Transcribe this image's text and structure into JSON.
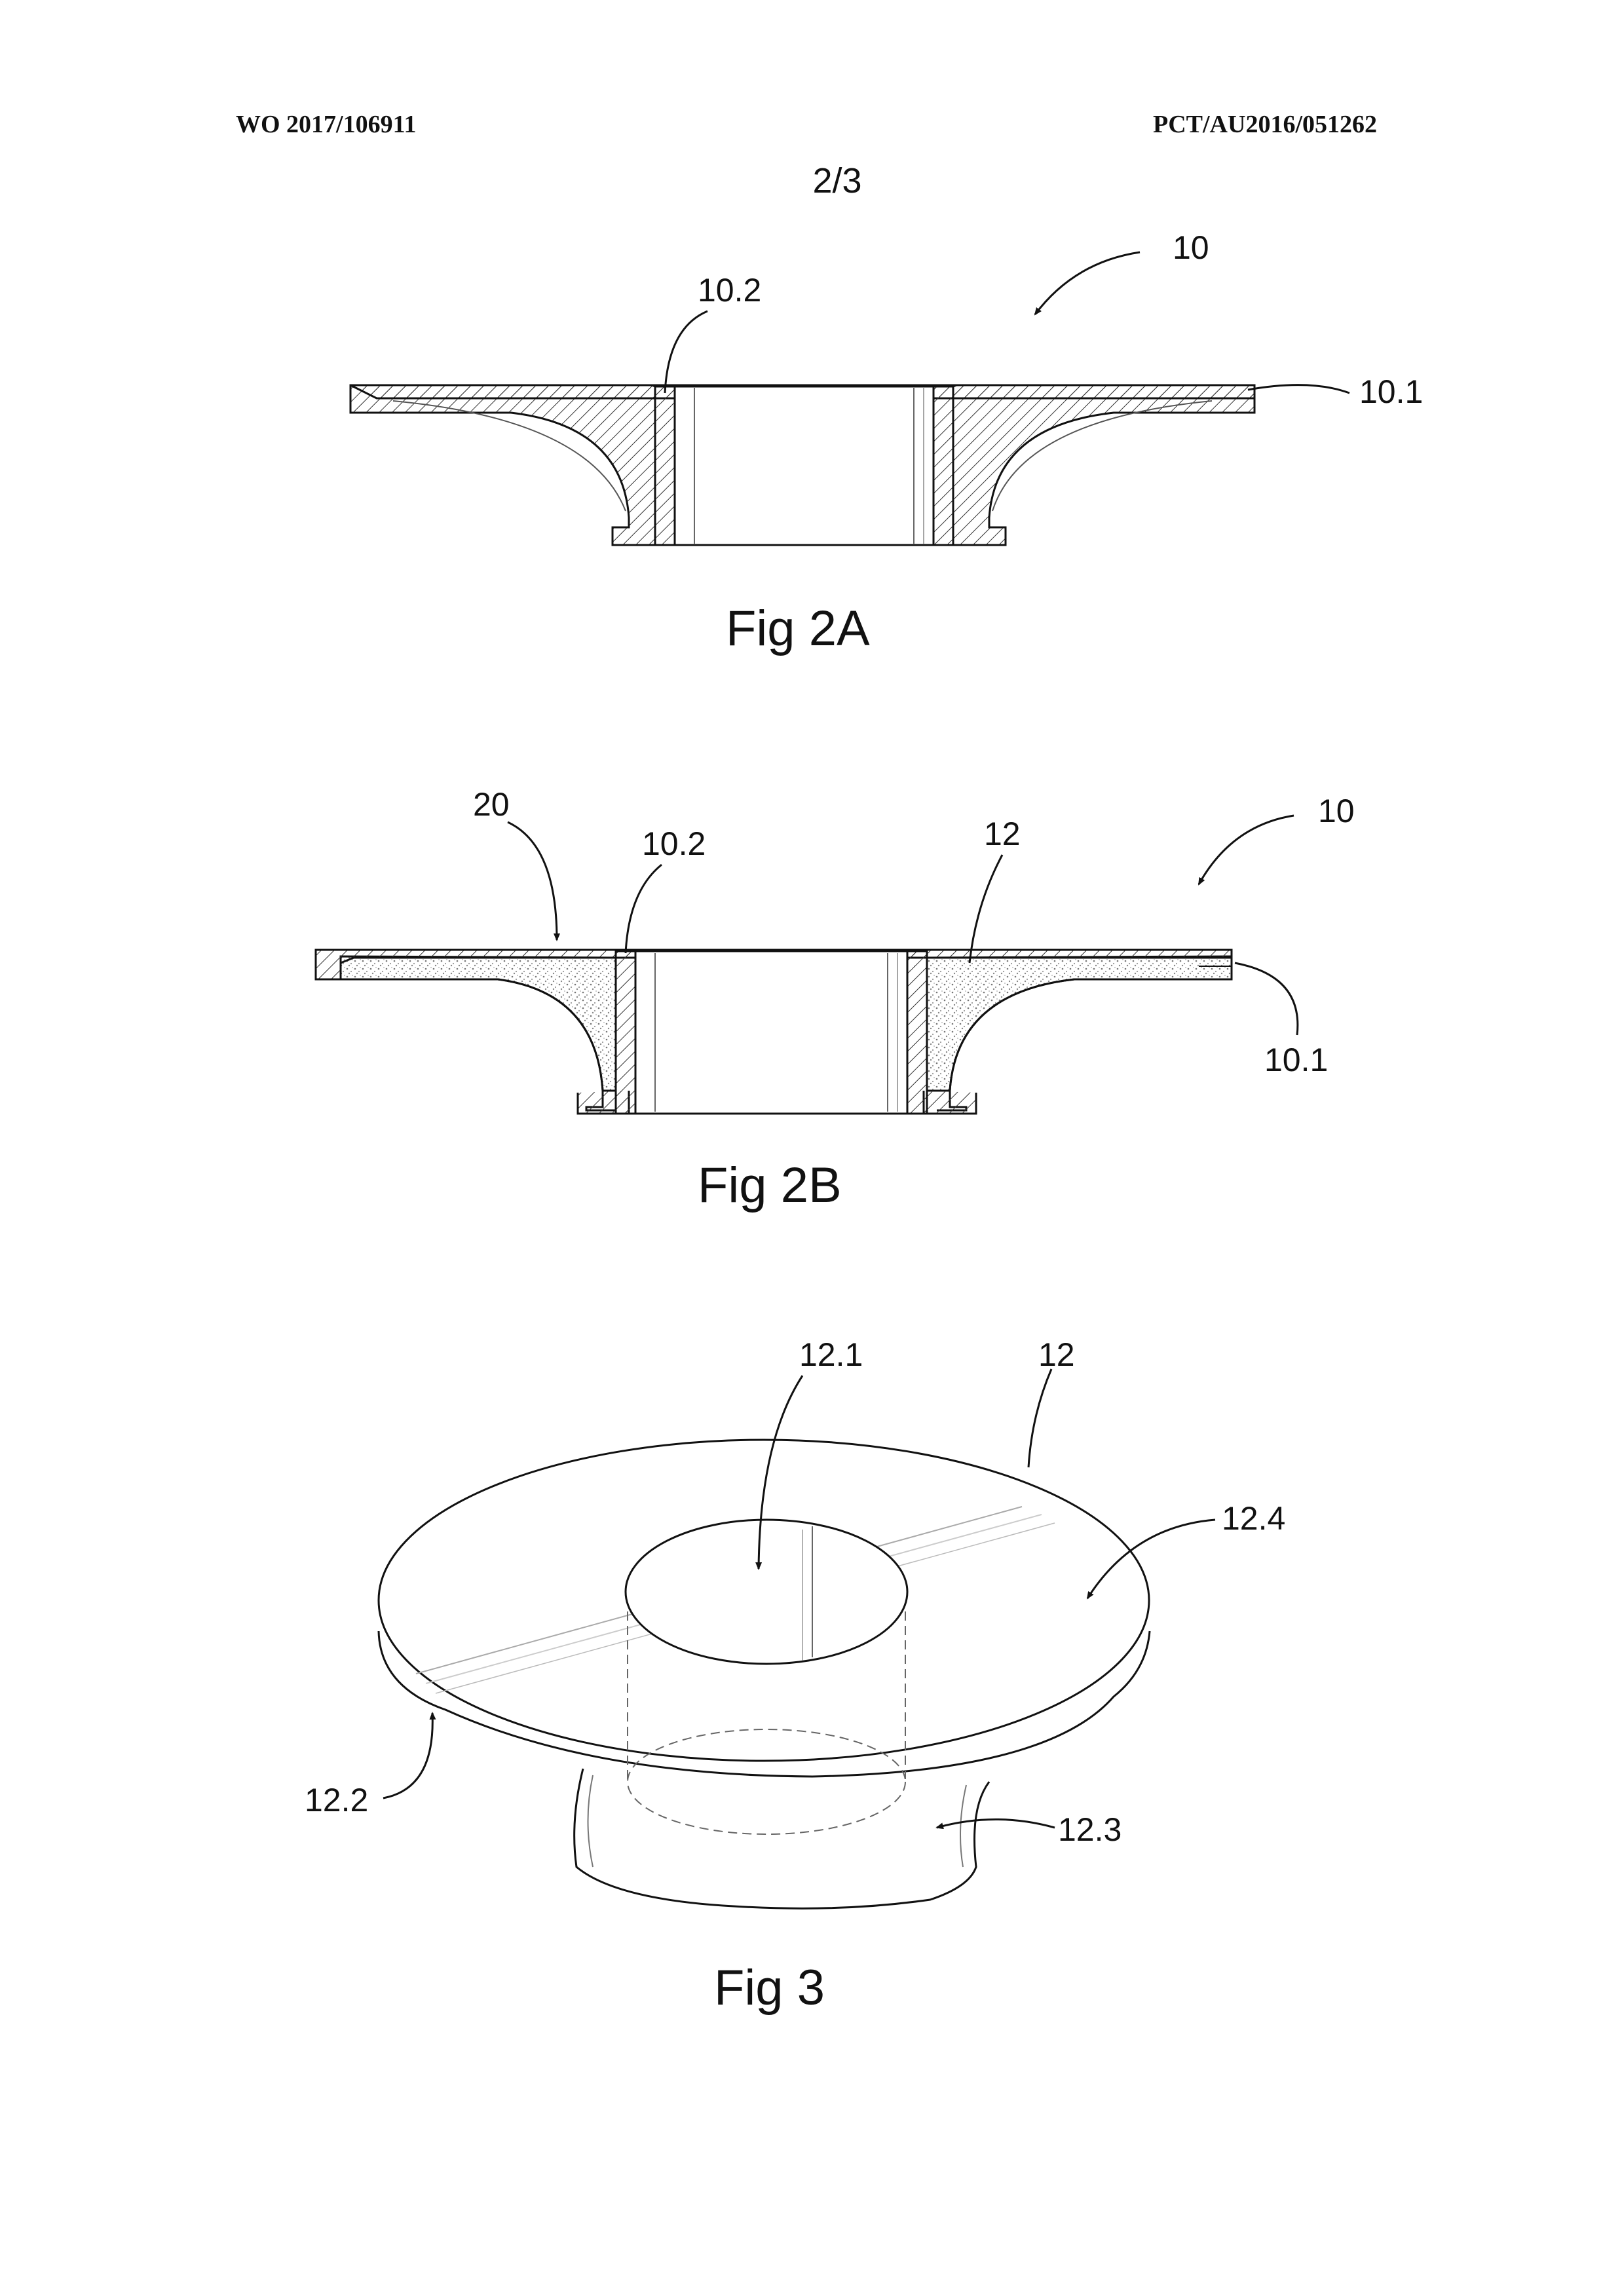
{
  "header": {
    "left": "WO 2017/106911",
    "right": "PCT/AU2016/051262",
    "sheet": "2/3"
  },
  "fig2a": {
    "caption": "Fig 2A",
    "labels": {
      "assembly": "10",
      "sleeve": "10.2",
      "rim": "10.1"
    }
  },
  "fig2b": {
    "caption": "Fig 2B",
    "labels": {
      "material": "20",
      "sleeve": "10.2",
      "insert": "12",
      "assembly": "10",
      "rim": "10.1"
    }
  },
  "fig3": {
    "caption": "Fig 3",
    "labels": {
      "bore": "12.1",
      "body": "12",
      "top_surface": "12.4",
      "edge": "12.2",
      "base": "12.3"
    }
  }
}
